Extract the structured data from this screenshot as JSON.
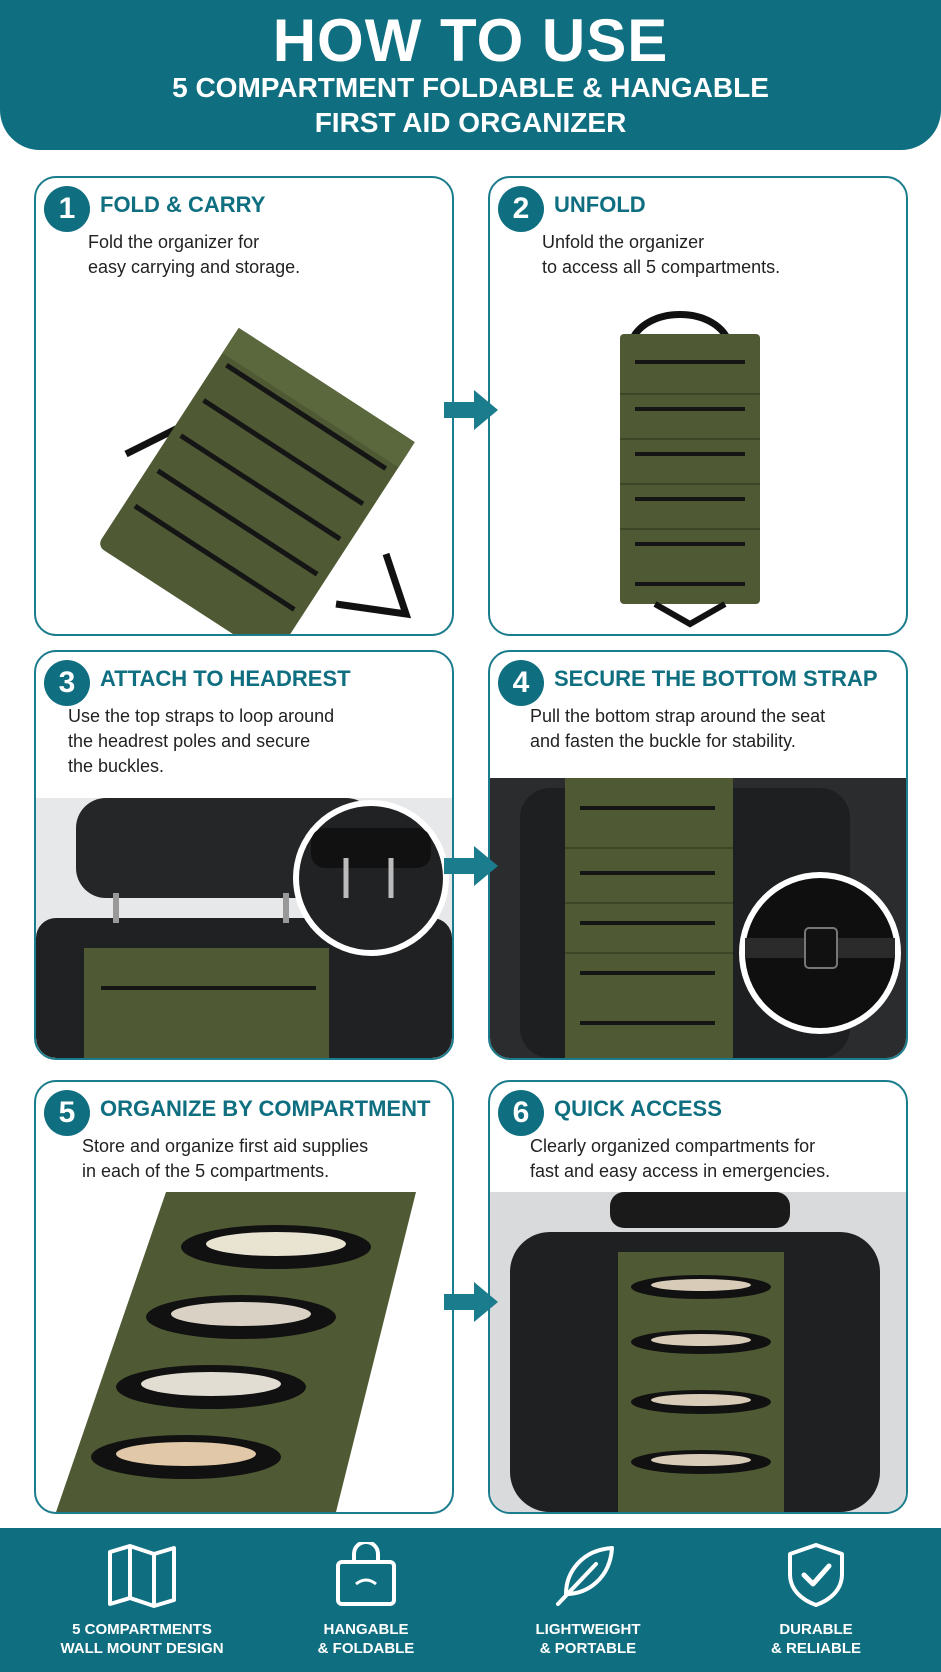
{
  "header": {
    "title": "HOW TO USE",
    "subtitle_line1": "5 COMPARTMENT FOLDABLE & HANGABLE",
    "subtitle_line2": "FIRST AID ORGANIZER"
  },
  "steps": [
    {
      "number": "1",
      "title": "FOLD & CARRY",
      "lines": [
        "Fold the organizer for",
        "easy carrying and storage."
      ]
    },
    {
      "number": "2",
      "title": "UNFOLD",
      "lines": [
        "Unfold the organizer",
        "to access all 5 compartments."
      ]
    },
    {
      "number": "3",
      "title": "ATTACH TO HEADREST",
      "lines": [
        "Use the top straps to loop around",
        "the headrest poles and secure",
        "the buckles."
      ]
    },
    {
      "number": "4",
      "title": "SECURE THE BOTTOM STRAP",
      "lines": [
        "Pull the bottom strap around the seat",
        "and fasten the buckle for stability."
      ]
    },
    {
      "number": "5",
      "title": "ORGANIZE BY COMPARTMENT",
      "lines": [
        "Store and organize first aid supplies",
        "in each of the 5 compartments."
      ]
    },
    {
      "number": "6",
      "title": "QUICK ACCESS",
      "lines": [
        "Clearly organized compartments for",
        "fast and easy access in emergencies."
      ]
    }
  ],
  "features": [
    {
      "icon": "map-icon",
      "line1": "5 COMPARTMENTS",
      "line2": "WALL MOUNT DESIGN"
    },
    {
      "icon": "bag-icon",
      "line1": "HANGABLE",
      "line2": "& FOLDABLE"
    },
    {
      "icon": "feather-icon",
      "line1": "LIGHTWEIGHT",
      "line2": "& PORTABLE"
    },
    {
      "icon": "shield-check-icon",
      "line1": "DURABLE",
      "line2": "& RELIABLE"
    }
  ],
  "colors": {
    "teal": "#0f6f80",
    "olive": "#4f5a34",
    "zipper": "#151515"
  }
}
